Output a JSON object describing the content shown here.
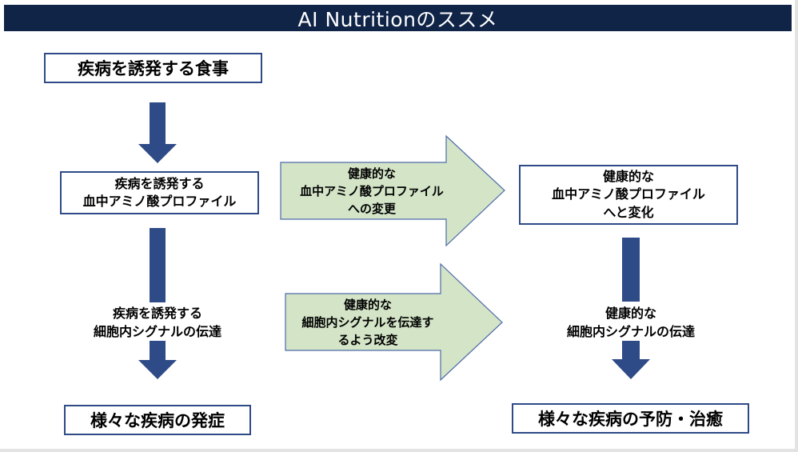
{
  "title": "AI Nutritionのススメ",
  "colors": {
    "title_bar": "#0f2447",
    "box_border": "#2e4a87",
    "down_arrow": "#2e4a87",
    "big_arrow_fill": "#d3e4c7",
    "big_arrow_stroke": "#4d6aa8"
  },
  "left": {
    "top_box": "疾病を誘発する食事",
    "mid_box": [
      "疾病を誘発する",
      "血中アミノ酸プロファイル"
    ],
    "signal_text": [
      "疾病を誘発する",
      "細胞内シグナルの伝達"
    ],
    "bottom_box": "様々な疾病の発症"
  },
  "middle": {
    "arrow_upper": [
      "健康的な",
      "血中アミノ酸プロファイル",
      "への変更"
    ],
    "arrow_lower": [
      "健康的な",
      "細胞内シグナルを伝達す",
      "るよう改変"
    ]
  },
  "right": {
    "mid_box": [
      "健康的な",
      "血中アミノ酸プロファイル",
      "へと変化"
    ],
    "signal_text": [
      "健康的な",
      "細胞内シグナルの伝達"
    ],
    "bottom_box": "様々な疾病の予防・治癒"
  }
}
